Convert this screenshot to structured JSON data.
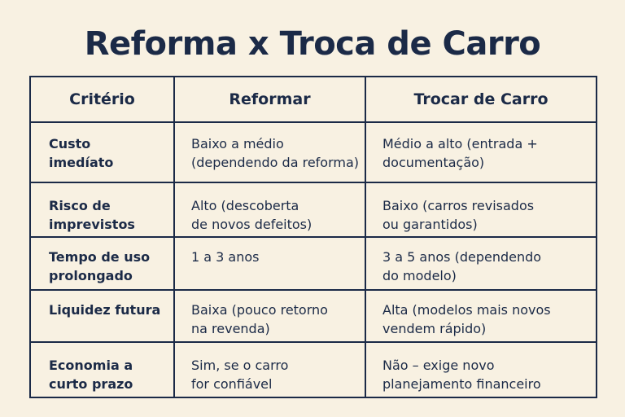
{
  "title": "Reforma x Troca de Carro",
  "headers": [
    "Critério",
    "Reformar",
    "Trocar de Carro"
  ],
  "rows": [
    {
      "criterio": "Custo\nimedíato",
      "reformar": "Baixo a médio\n(dependendo da reforma)",
      "trocar": "Médio a alto (entrada +\ndocumentação)"
    },
    {
      "criterio": "Risco de\nimprevistos",
      "reformar": "Alto (descoberta\nde novos defeitos)",
      "trocar": "Baixo (carros revisados\nou garantidos)"
    },
    {
      "criterio": "Tempo de uso\nprolongado",
      "reformar": "1 a 3 anos",
      "trocar": "3 a 5 anos (dependendo\ndo modelo)"
    },
    {
      "criterio": "Liquidez futura",
      "reformar": "Baixa (pouco retorno\nna revenda)",
      "trocar": "Alta (modelos mais novos\nvendem rápido)"
    },
    {
      "criterio": "Economia a\ncurto prazo",
      "reformar": "Sim, se o carro\nfor confiável",
      "trocar": "Não – exige novo\nplanejamento financeiro"
    }
  ]
}
